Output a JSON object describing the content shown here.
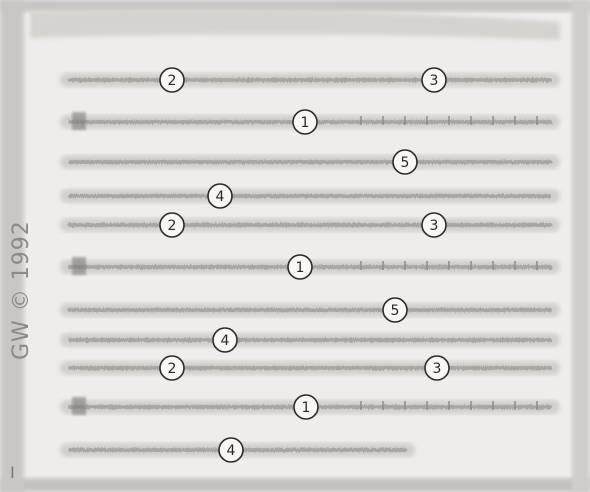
{
  "copyright": "GW © 1992",
  "edge_mark": "I",
  "rows": [
    {
      "labels": [
        "2",
        "3"
      ]
    },
    {
      "labels": [
        "1"
      ]
    },
    {
      "labels": [
        "5"
      ]
    },
    {
      "labels": [
        "4"
      ]
    },
    {
      "labels": [
        "2",
        "3"
      ]
    },
    {
      "labels": [
        "1"
      ]
    },
    {
      "labels": [
        "5"
      ]
    },
    {
      "labels": [
        "4"
      ]
    },
    {
      "labels": [
        "2",
        "3"
      ]
    },
    {
      "labels": [
        "1"
      ]
    },
    {
      "labels": [
        "4"
      ]
    }
  ],
  "colors": {
    "background": "#f4f3f1",
    "texture": "#b9b7b3",
    "band": "#9e9c98",
    "ink": "#2a2a2a"
  }
}
